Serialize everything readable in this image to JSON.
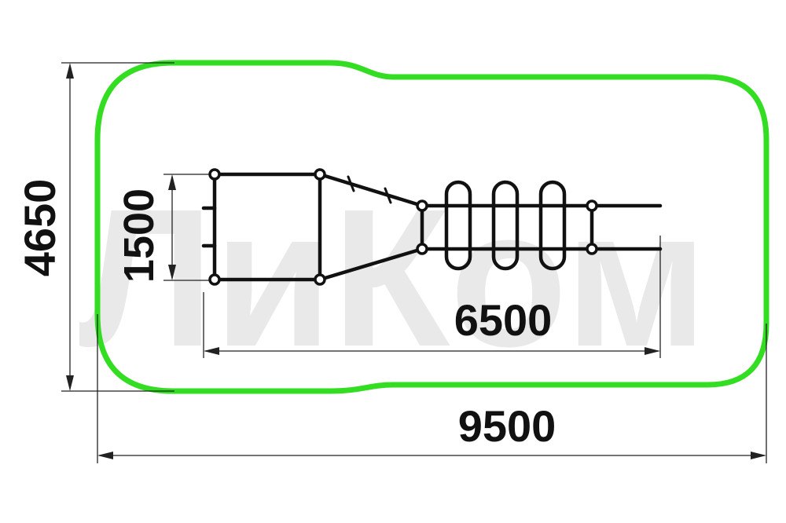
{
  "watermark": {
    "text": "ЛиКом"
  },
  "dimensions": {
    "total_height": "4650",
    "equipment_width": "1500",
    "equipment_length": "6500",
    "total_length": "9500"
  },
  "colors": {
    "safety_zone": "#33dd22",
    "equipment": "#111111",
    "dimension_lines": "#222222",
    "watermark": "#e9e9e9"
  }
}
